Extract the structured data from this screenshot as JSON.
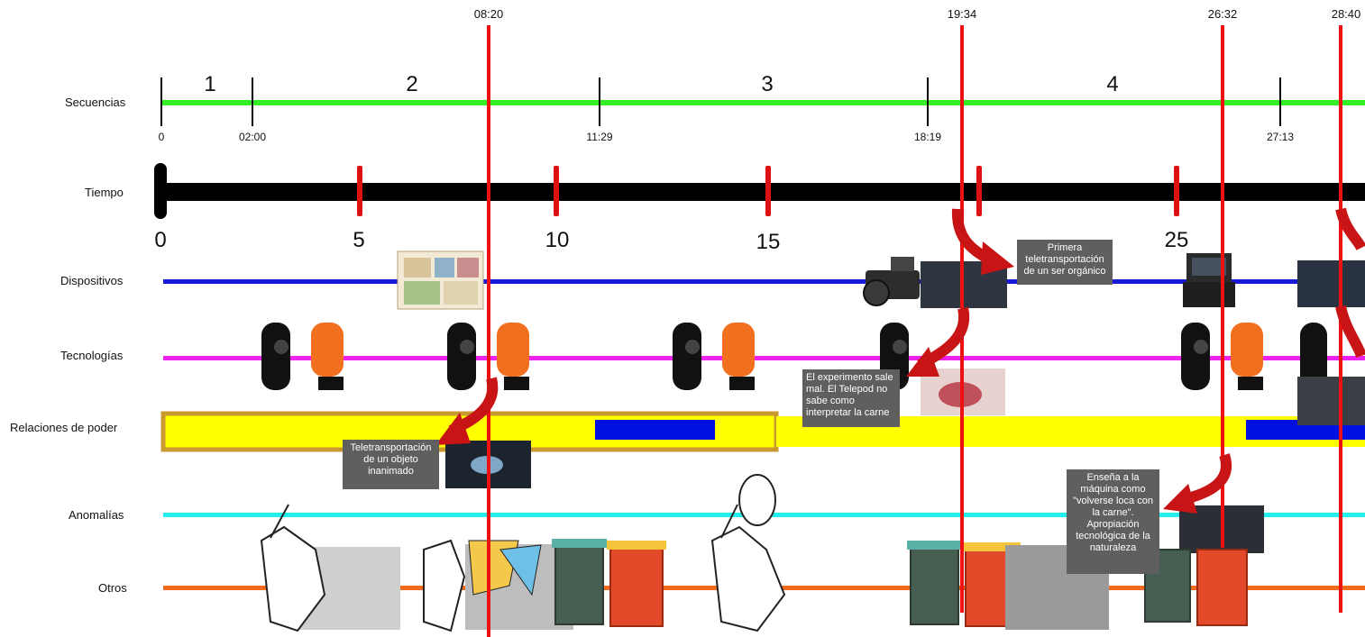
{
  "rows": {
    "secuencias": "Secuencias",
    "tiempo": "Tiempo",
    "dispositivos": "Dispositivos",
    "tecnologias": "Tecnologías",
    "relaciones": "Relaciones de poder",
    "anomalias": "Anomalías",
    "otros": "Otros"
  },
  "markers": [
    "08:20",
    "19:34",
    "26:32",
    "28:40"
  ],
  "sequences": {
    "numbers": [
      "1",
      "2",
      "3",
      "4"
    ],
    "ticks": [
      "0",
      "02:00",
      "11:29",
      "18:19",
      "27:13"
    ]
  },
  "time_ticks": [
    "0",
    "5",
    "10",
    "15",
    "25"
  ],
  "callouts": {
    "c1": "Primera teletransportación de un ser orgánico",
    "c2": "El experimento sale mal. El Telepod no sabe como interpretar la carne",
    "c3": "Teletransportación de un objeto inanimado",
    "c4": "Enseña a la máquina como \"volverse loca con la carne\". Apropiación tecnológica de la naturaleza"
  },
  "icons": [
    "floorplan-icon",
    "camera-icon",
    "head-profiles-icon",
    "trash-bin-icon",
    "sculpture-icon",
    "console-icon"
  ],
  "colors": {
    "secuencias_line": "#33ee22",
    "tiempo_bar": "#000000",
    "tiempo_tick": "#dd1111",
    "dispositivos_line": "#1a1ad6",
    "tecnologias_line": "#ee22ee",
    "relaciones_bar": "#ffff00",
    "relaciones_border": "#c89a30",
    "relaciones_block": "#0010e0",
    "anomalias_line": "#22eeee",
    "otros_line": "#f26a1b",
    "marker_line": "#ee1111",
    "callout_bg": "#5f5f5f"
  }
}
